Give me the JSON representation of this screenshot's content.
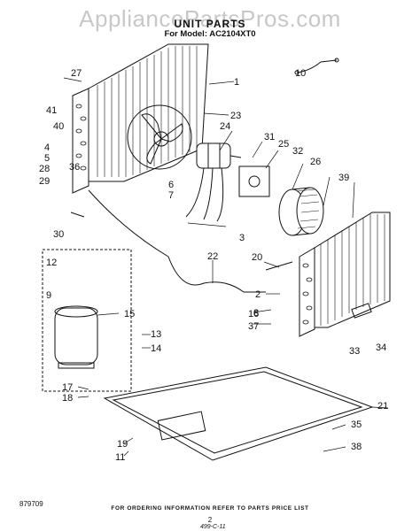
{
  "header": {
    "watermark": "AppliancePartsPros.com",
    "title": "UNIT PARTS",
    "model": "For Model: AC2104XT0"
  },
  "callouts": [
    "1",
    "2",
    "3",
    "4",
    "5",
    "6",
    "7",
    "8",
    "9",
    "10",
    "11",
    "12",
    "13",
    "14",
    "15",
    "16",
    "17",
    "18",
    "19",
    "20",
    "21",
    "22",
    "23",
    "24",
    "25",
    "26",
    "27",
    "28",
    "29",
    "30",
    "31",
    "32",
    "33",
    "34",
    "35",
    "36",
    "37",
    "38",
    "39",
    "40",
    "41"
  ],
  "footer": {
    "code": "879709",
    "note": "FOR ORDERING INFORMATION REFER TO PARTS PRICE LIST",
    "page": "2",
    "handwritten": "499-C-11"
  }
}
